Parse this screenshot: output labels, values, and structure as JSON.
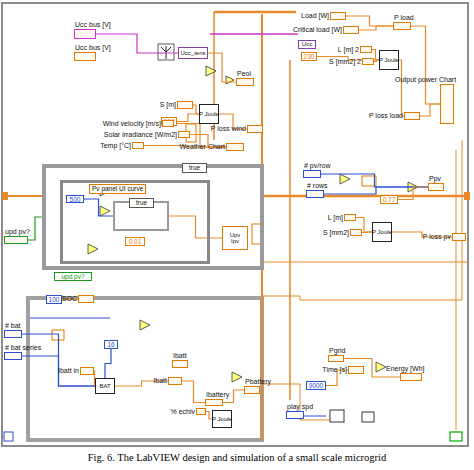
{
  "diagram": {
    "caption": "Fig. 6. The LabVIEW design and simulation of a small scale microgrid",
    "nodes": [
      {
        "text": [
          "Ucc bus [V]"
        ]
      },
      {
        "text": [
          "Ucc bus [V]"
        ]
      },
      {
        "text": [
          "Ucc_tens"
        ]
      },
      {
        "text": [
          "Peol"
        ]
      },
      {
        "text": [
          "S [m]"
        ]
      },
      {
        "text": [
          "100"
        ]
      },
      {
        "text": [
          "P Joule"
        ]
      },
      {
        "text": [
          "P loss wind"
        ]
      },
      {
        "text": [
          "Wind velocity [m/s]"
        ]
      },
      {
        "text": [
          "Solar irradiance [W/m2]"
        ]
      },
      {
        "text": [
          "Temp [°C]"
        ]
      },
      {
        "text": [
          "Weather Chart"
        ]
      },
      {
        "text": [
          "true"
        ]
      },
      {
        "text": [
          "Pv panel UI curve"
        ],
        "in": 12
      },
      {
        "text": [
          "500"
        ],
        "in": 13
      },
      {
        "text": [
          "true"
        ],
        "in": 13
      },
      {
        "text": [
          "0.01"
        ],
        "in": 13
      },
      {
        "text": [
          "Upv",
          "Ipv"
        ],
        "in": 12
      },
      {
        "text": [
          "upd pv?"
        ]
      },
      {
        "text": [
          "upd pv?"
        ]
      },
      {
        "text": [
          "Load [W]"
        ]
      },
      {
        "text": [
          "Critical load [W]"
        ]
      },
      {
        "text": [
          "Ucc"
        ]
      },
      {
        "text": [
          "230"
        ]
      },
      {
        "text": [
          "L [m] 2"
        ]
      },
      {
        "text": [
          "S [mm2] 2"
        ]
      },
      {
        "text": [
          "P Joule"
        ]
      },
      {
        "text": [
          "P load"
        ]
      },
      {
        "text": [
          "P loss load"
        ]
      },
      {
        "text": [
          "Output power Chart"
        ]
      },
      {
        "text": [
          "# pv/row"
        ]
      },
      {
        "text": [
          "# rows"
        ]
      },
      {
        "text": [
          "0.77"
        ]
      },
      {
        "text": [
          "Ppv"
        ]
      },
      {
        "text": [
          "L [m]"
        ]
      },
      {
        "text": [
          "S [mm2]"
        ]
      },
      {
        "text": [
          "P Joule"
        ]
      },
      {
        "text": [
          "P loss pv"
        ]
      },
      {
        "text": [
          "SOC"
        ]
      },
      {
        "text": [
          "100"
        ]
      },
      {
        "text": [
          "# bat"
        ]
      },
      {
        "text": [
          "# bat series"
        ]
      },
      {
        "text": [
          "Ibatt in"
        ]
      },
      {
        "text": [
          "16"
        ]
      },
      {
        "text": [
          "BAT"
        ]
      },
      {
        "text": [
          "Ibatt"
        ]
      },
      {
        "text": [
          "Ibatt"
        ]
      },
      {
        "text": [
          "Ibattery"
        ]
      },
      {
        "text": [
          "% echiv"
        ]
      },
      {
        "text": [
          "P Joule"
        ]
      },
      {
        "text": [
          "Pbattery"
        ]
      },
      {
        "text": [
          "Time [s]"
        ]
      },
      {
        "text": [
          "Pgrid"
        ]
      },
      {
        "text": [
          "9000"
        ]
      },
      {
        "text": [
          "Energy [Wh]"
        ]
      },
      {
        "text": [
          "play spd"
        ]
      }
    ],
    "edges": [
      {
        "from": 0,
        "to": 2,
        "arrow": "none"
      },
      {
        "from": 2,
        "to": 3,
        "arrow": "none"
      },
      {
        "from": 4,
        "to": 6,
        "arrow": "none"
      },
      {
        "from": 5,
        "to": 6,
        "arrow": "none"
      },
      {
        "from": 6,
        "to": 7,
        "arrow": "none"
      },
      {
        "from": 8,
        "to": 11,
        "arrow": "none"
      },
      {
        "from": 9,
        "to": 11,
        "arrow": "none"
      },
      {
        "from": 10,
        "to": 11,
        "arrow": "none"
      },
      {
        "from": 14,
        "to": 15,
        "arrow": "none"
      },
      {
        "from": 15,
        "to": 17,
        "arrow": "none"
      },
      {
        "from": 18,
        "to": 12,
        "arrow": "none"
      },
      {
        "from": 20,
        "to": 27,
        "arrow": "none"
      },
      {
        "from": 21,
        "to": 27,
        "arrow": "none"
      },
      {
        "from": 23,
        "to": 26,
        "arrow": "none"
      },
      {
        "from": 24,
        "to": 26,
        "arrow": "none"
      },
      {
        "from": 25,
        "to": 26,
        "arrow": "none"
      },
      {
        "from": 26,
        "to": 28,
        "arrow": "none"
      },
      {
        "from": 27,
        "to": 29,
        "arrow": "none"
      },
      {
        "from": 28,
        "to": 29,
        "arrow": "none"
      },
      {
        "from": 30,
        "to": 33,
        "arrow": "none"
      },
      {
        "from": 31,
        "to": 33,
        "arrow": "none"
      },
      {
        "from": 32,
        "to": 33,
        "arrow": "none"
      },
      {
        "from": 34,
        "to": 36,
        "arrow": "none"
      },
      {
        "from": 35,
        "to": 36,
        "arrow": "none"
      },
      {
        "from": 36,
        "to": 37,
        "arrow": "none"
      },
      {
        "from": 39,
        "to": 38,
        "arrow": "none"
      },
      {
        "from": 40,
        "to": 44,
        "arrow": "none"
      },
      {
        "from": 41,
        "to": 44,
        "arrow": "none"
      },
      {
        "from": 42,
        "to": 44,
        "arrow": "none"
      },
      {
        "from": 43,
        "to": 44,
        "arrow": "none"
      },
      {
        "from": 44,
        "to": 46,
        "arrow": "none"
      },
      {
        "from": 46,
        "to": 47,
        "arrow": "none"
      },
      {
        "from": 47,
        "to": 50,
        "arrow": "none"
      },
      {
        "from": 48,
        "to": 49,
        "arrow": "none"
      },
      {
        "from": 53,
        "to": 51,
        "arrow": "none"
      },
      {
        "from": 52,
        "to": 54,
        "arrow": "none"
      }
    ]
  }
}
